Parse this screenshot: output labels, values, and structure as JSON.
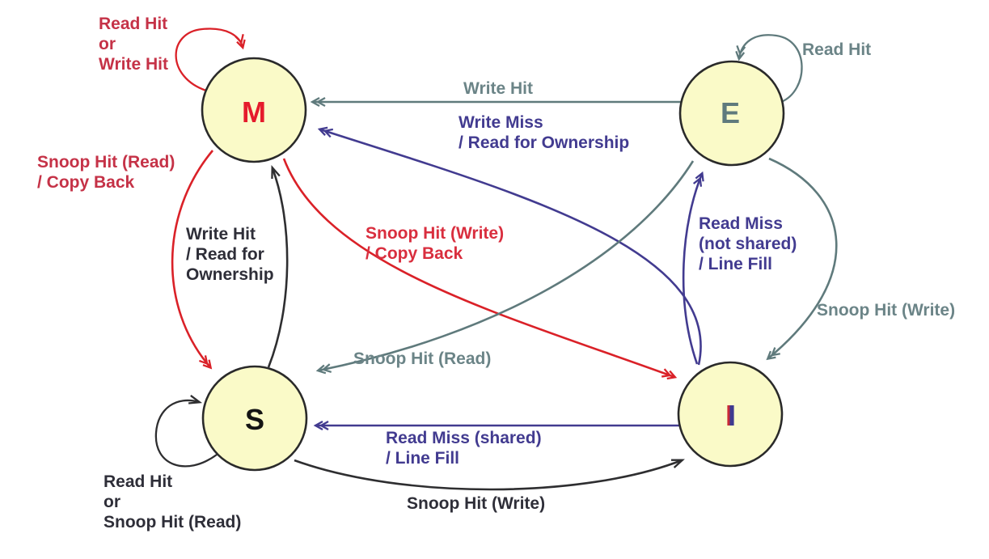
{
  "diagram": {
    "type": "state-diagram",
    "states": [
      {
        "id": "M",
        "label": "M",
        "letter_color": "#e51b2c"
      },
      {
        "id": "E",
        "label": "E",
        "letter_color": "#5f7a7d"
      },
      {
        "id": "S",
        "label": "S",
        "letter_color": "#141414"
      },
      {
        "id": "I",
        "label": "I",
        "letter_color": "#3f3a90"
      }
    ],
    "edges": [
      {
        "from": "M",
        "to": "M",
        "event": "Read Hit\nor\nWrite Hit",
        "color": "crimson"
      },
      {
        "from": "E",
        "to": "M",
        "event": "Write Hit",
        "color": "gray"
      },
      {
        "from": "I",
        "to": "M",
        "event": "Write Miss\n/ Read for Ownership",
        "color": "purple"
      },
      {
        "from": "M",
        "to": "S",
        "event": "Snoop Hit (Read)\n/ Copy Back",
        "color": "crimson"
      },
      {
        "from": "S",
        "to": "M",
        "event": "Write Hit\n/ Read for\nOwnership",
        "color": "black"
      },
      {
        "from": "M",
        "to": "I",
        "event": "Snoop Hit (Write)\n/ Copy Back",
        "color": "red"
      },
      {
        "from": "E",
        "to": "E",
        "event": "Read Hit",
        "color": "gray"
      },
      {
        "from": "I",
        "to": "E",
        "event": "Read Miss\n(not shared)\n/ Line Fill",
        "color": "purple"
      },
      {
        "from": "E",
        "to": "I",
        "event": "Snoop Hit (Write)",
        "color": "gray"
      },
      {
        "from": "E",
        "to": "S",
        "event": "Snoop Hit (Read)",
        "color": "gray"
      },
      {
        "from": "I",
        "to": "S",
        "event": "Read Miss (shared)\n/ Line Fill",
        "color": "purple"
      },
      {
        "from": "S",
        "to": "I",
        "event": "Snoop Hit (Write)",
        "color": "black"
      },
      {
        "from": "S",
        "to": "S",
        "event": "Read Hit\nor\nSnoop Hit (Read)",
        "color": "black"
      }
    ]
  },
  "colors": {
    "node_fill": "#FAFAC8",
    "node_stroke": "#2a2a2a",
    "red_arrow": "#da2128",
    "red_label": "#d92e3e",
    "crimson": "#c53247",
    "purple": "#423b90",
    "gray_arrow": "#5f7a7c",
    "gray_text": "#6b8487",
    "black_arrow": "#2e2e30",
    "black_text": "#2e2e38",
    "m_letter": "#e51b2c",
    "e_letter": "#5f7a7d",
    "s_letter": "#141414",
    "i_letter": "#3f3a90"
  }
}
